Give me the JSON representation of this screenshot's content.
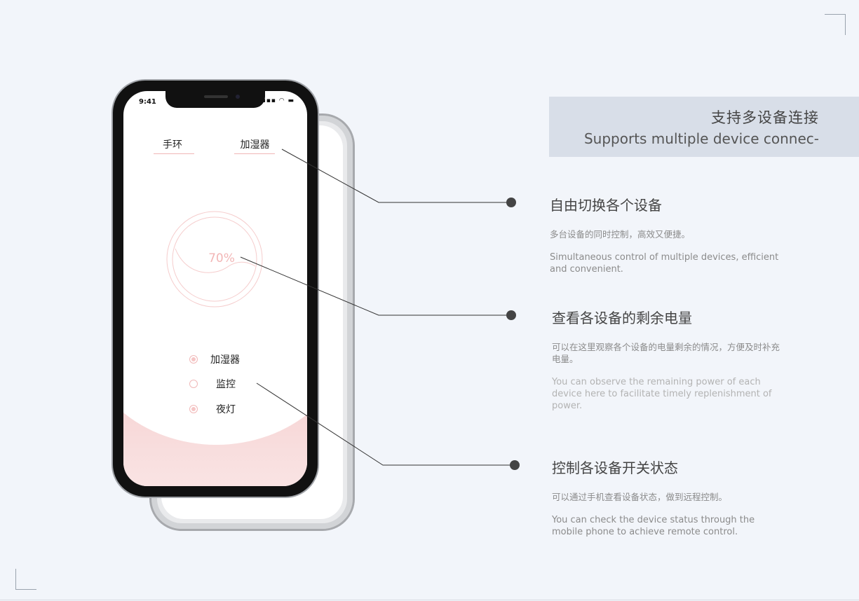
{
  "banner": {
    "title_cn": "支持多设备连接",
    "title_en": "Supports multiple device connec-"
  },
  "phone": {
    "status_time": "9:41",
    "status_icons": "▪▪▪ ◠ ▬",
    "tabs": [
      {
        "label": "手环"
      },
      {
        "label": "加湿器"
      }
    ],
    "battery_percent": "70%",
    "battery_level": 0.7,
    "devices": [
      {
        "label": "加湿器",
        "on": true
      },
      {
        "label": "监控",
        "on": false
      },
      {
        "label": "夜灯",
        "on": true
      }
    ]
  },
  "features": [
    {
      "title": "自由切换各个设备",
      "desc_cn": "多台设备的同时控制，高效又便捷。",
      "desc_en": "Simultaneous control of multiple devices, efficient and convenient."
    },
    {
      "title": "查看各设备的剩余电量",
      "desc_cn": "可以在这里观察各个设备的电量剩余的情况，方便及时补充电量。",
      "desc_en": "You can observe the remaining power of each device here to facilitate timely replenishment of power."
    },
    {
      "title": "控制各设备开关状态",
      "desc_cn": "可以通过手机查看设备状态，做到远程控制。",
      "desc_en": "You can check the device status through the mobile phone to achieve remote control."
    }
  ],
  "colors": {
    "accent_pink": "#f2b6b6",
    "banner_bg": "#d8dee8",
    "page_bg": "#f2f5fa"
  }
}
